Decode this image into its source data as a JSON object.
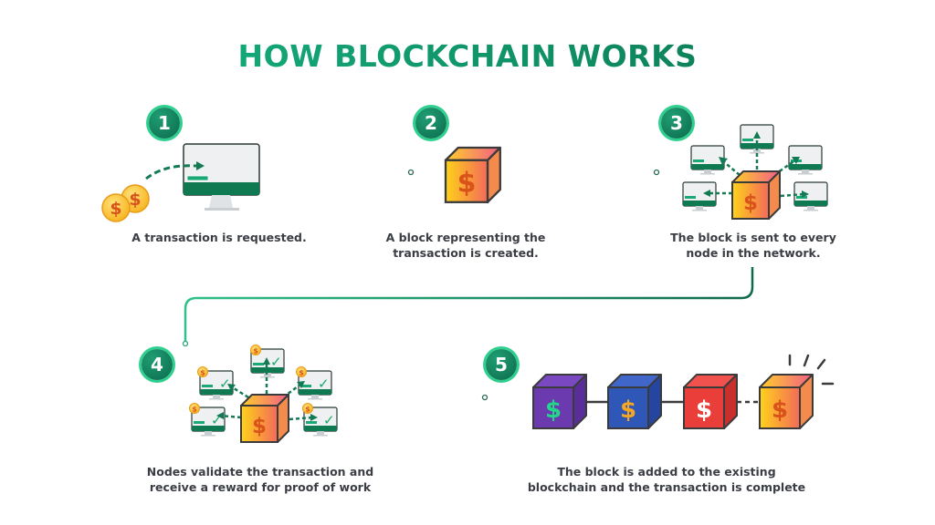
{
  "title": "HOW BLOCKCHAIN WORKS",
  "colors": {
    "accent_green": "#17b884",
    "dark_green": "#0b6e4c",
    "text": "#3a3d44",
    "block_gradient_start": "#ffd21a",
    "block_gradient_end": "#f36a5a",
    "chain_purple": "#6a3aae",
    "chain_blue": "#2f57b8",
    "chain_red": "#ea3e3a"
  },
  "steps": [
    {
      "number": "1",
      "caption_lines": [
        "A transaction is requested."
      ],
      "icon": "monitor-with-coins"
    },
    {
      "number": "2",
      "caption_lines": [
        "A block representing the",
        "transaction is created."
      ],
      "icon": "block-cube"
    },
    {
      "number": "3",
      "caption_lines": [
        "The block is sent to every",
        "node in the network."
      ],
      "icon": "block-broadcast-to-nodes"
    },
    {
      "number": "4",
      "caption_lines": [
        "Nodes validate the transaction and",
        "receive a reward for proof of work"
      ],
      "icon": "nodes-validate-with-rewards"
    },
    {
      "number": "5",
      "caption_lines": [
        "The block is added to the existing",
        "blockchain and the transaction is complete"
      ],
      "icon": "blockchain-chain"
    }
  ],
  "symbols": {
    "dollar": "$",
    "check": "✓"
  }
}
